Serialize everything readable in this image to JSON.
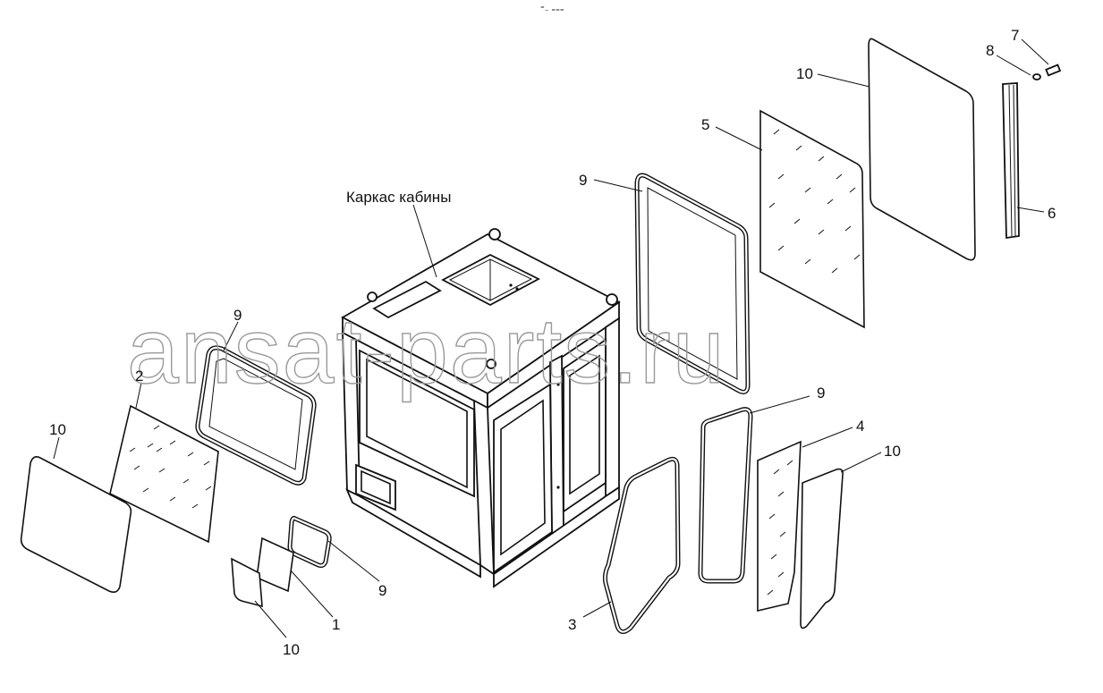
{
  "header_mark": "⁼₋ ₌₌₌",
  "title_label": "Каркас кабины",
  "watermark": "ansat-parts.ru",
  "callouts": [
    {
      "id": "c10a",
      "text": "10"
    },
    {
      "id": "c2",
      "text": "2"
    },
    {
      "id": "c9a",
      "text": "9"
    },
    {
      "id": "c9b",
      "text": "9"
    },
    {
      "id": "c1",
      "text": "1"
    },
    {
      "id": "c10b",
      "text": "10"
    },
    {
      "id": "c9c",
      "text": "9"
    },
    {
      "id": "c5",
      "text": "5"
    },
    {
      "id": "c10c",
      "text": "10"
    },
    {
      "id": "c8",
      "text": "8"
    },
    {
      "id": "c7",
      "text": "7"
    },
    {
      "id": "c6",
      "text": "6"
    },
    {
      "id": "c9d",
      "text": "9"
    },
    {
      "id": "c4",
      "text": "4"
    },
    {
      "id": "c10d",
      "text": "10"
    },
    {
      "id": "c3",
      "text": "3"
    }
  ]
}
